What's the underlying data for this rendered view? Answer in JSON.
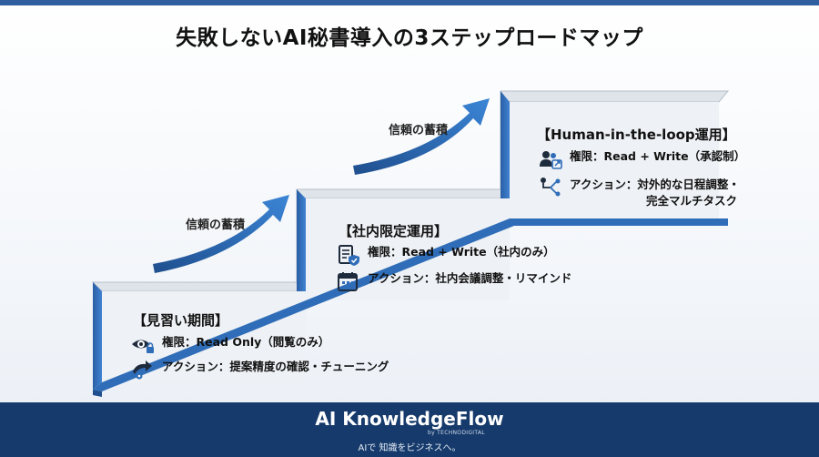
{
  "title": "失敗しないAI秘書導入の3ステップロードマップ",
  "arrow_labels": [
    "信頼の蓄積",
    "信頼の蓄積"
  ],
  "steps": [
    {
      "title": "【見習い期間】",
      "items": [
        {
          "icon": "eye-lock-icon",
          "text": "権限：Read Only（閲覧のみ）"
        },
        {
          "icon": "arrow-gear-icon",
          "text": "アクション：提案精度の確認・チューニング"
        }
      ]
    },
    {
      "title": "【社内限定運用】",
      "items": [
        {
          "icon": "document-check-icon",
          "text": "権限：Read + Write（社内のみ）"
        },
        {
          "icon": "calendar-icon",
          "text": "アクション：社内会議調整・リマインド"
        }
      ]
    },
    {
      "title": "【Human-in-the-loop運用】",
      "items": [
        {
          "icon": "users-approve-icon",
          "text": "権限：Read + Write（承認制）"
        },
        {
          "icon": "workflow-icon",
          "text": "アクション：対外的な日程調整・",
          "text2": "完全マルチタスク"
        }
      ]
    }
  ],
  "footer": {
    "brand": "AI KnowledgeFlow",
    "byline": "by TECHNODIGITAL",
    "tagline": "AIで 知識をビジネスへ。"
  },
  "colors": {
    "accent": "#2f6db8",
    "step_face": "#e7ebf0",
    "step_side": "#a9b2bd",
    "footer": "#163a6b"
  }
}
